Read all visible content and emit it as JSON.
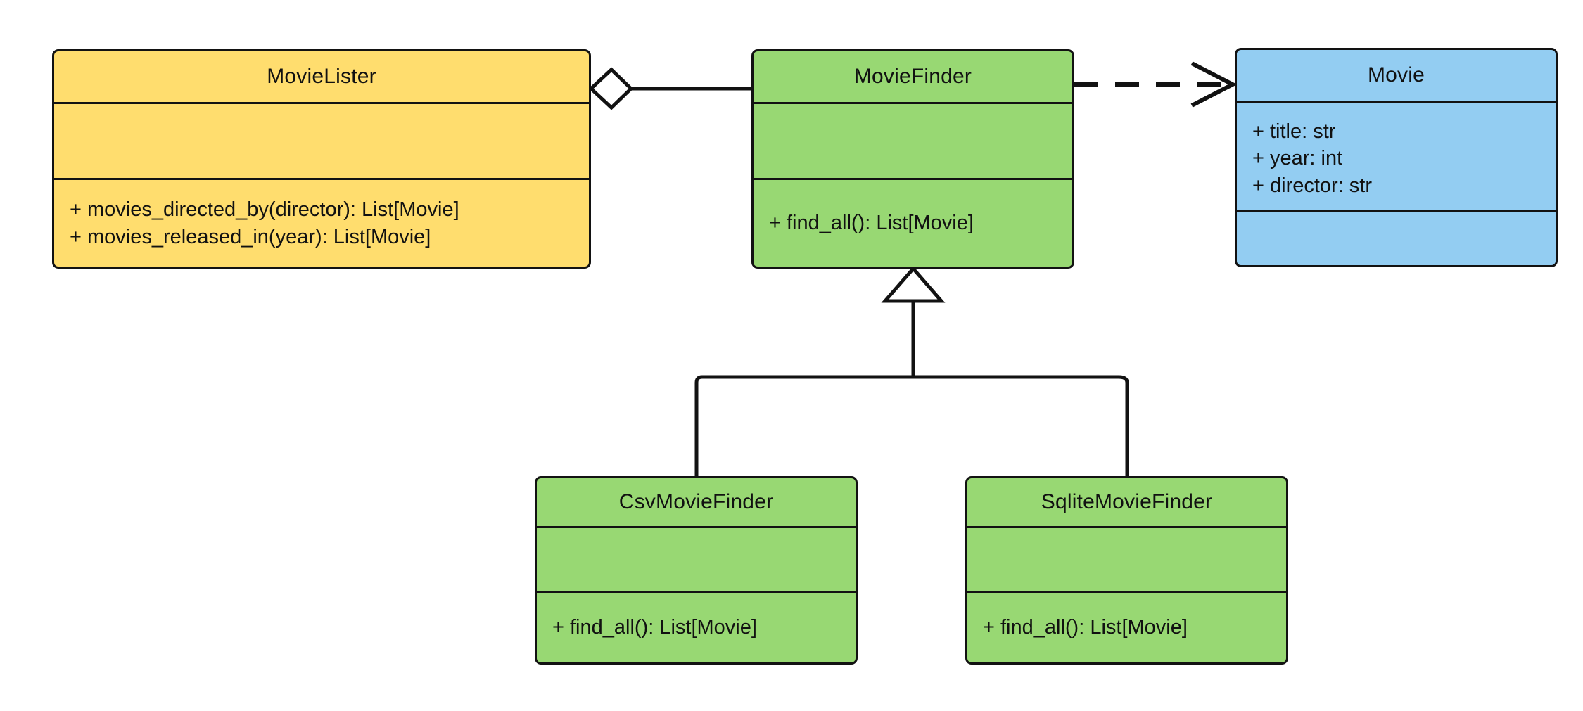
{
  "diagram": {
    "kind": "uml-class-diagram",
    "background": "#ffffff",
    "line_color": "#121212"
  },
  "palette": {
    "yellow": "#ffdd6e",
    "green": "#98d873",
    "blue": "#93cdf2",
    "stroke": "#121212"
  },
  "classes": {
    "movielister": {
      "name": "MovieLister",
      "fill": "#ffdd6e",
      "attributes": [],
      "operations": [
        "+ movies_directed_by(director): List[Movie]",
        "+ movies_released_in(year): List[Movie]"
      ]
    },
    "moviefinder": {
      "name": "MovieFinder",
      "fill": "#98d873",
      "attributes": [],
      "operations": [
        "+ find_all(): List[Movie]"
      ]
    },
    "movie": {
      "name": "Movie",
      "fill": "#93cdf2",
      "attributes": [
        "+ title: str",
        "+ year: int",
        "+ director: str"
      ],
      "operations": []
    },
    "csvmoviefinder": {
      "name": "CsvMovieFinder",
      "fill": "#98d873",
      "attributes": [],
      "operations": [
        "+ find_all(): List[Movie]"
      ]
    },
    "sqlitemoviefinder": {
      "name": "SqliteMovieFinder",
      "fill": "#98d873",
      "attributes": [],
      "operations": [
        "+ find_all(): List[Movie]"
      ]
    }
  },
  "relationships": [
    {
      "id": "aggregation-movielister-moviefinder",
      "type": "aggregation",
      "from": "MovieLister",
      "to": "MovieFinder",
      "marker": "hollow-diamond",
      "line": "solid"
    },
    {
      "id": "dependency-moviefinder-movie",
      "type": "dependency",
      "from": "MovieFinder",
      "to": "Movie",
      "marker": "open-arrow",
      "line": "dashed"
    },
    {
      "id": "generalization-csvmoviefinder-moviefinder",
      "type": "generalization",
      "from": "CsvMovieFinder",
      "to": "MovieFinder",
      "marker": "hollow-triangle",
      "line": "solid"
    },
    {
      "id": "generalization-sqlitemoviefinder-moviefinder",
      "type": "generalization",
      "from": "SqliteMovieFinder",
      "to": "MovieFinder",
      "marker": "hollow-triangle",
      "line": "solid"
    }
  ]
}
